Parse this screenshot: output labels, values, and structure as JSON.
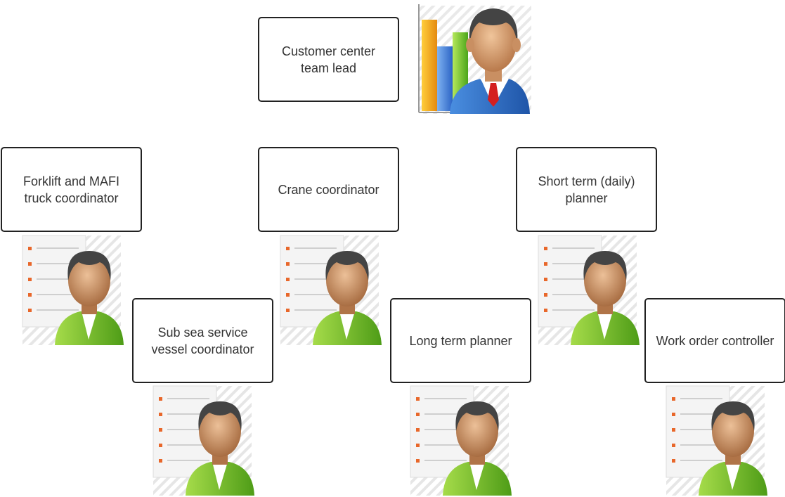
{
  "roles": {
    "team_lead": "Customer center team lead",
    "forklift": "Forklift and MAFI truck coordinator",
    "crane": "Crane coordinator",
    "short_term": "Short term (daily) planner",
    "subsea": "Sub sea service vessel coordinator",
    "long_term": "Long term planner",
    "work_order": "Work order controller"
  },
  "icons": {
    "manager": "manager-with-chart-icon",
    "worker": "worker-with-checklist-icon"
  },
  "colors": {
    "box_border": "#222222",
    "text": "#333333",
    "manager_suit": "#2f6fc4",
    "manager_tie": "#d41f1f",
    "worker_shirt": "#7cc22e",
    "skin": "#c98f62",
    "hair": "#444444",
    "list_bullet": "#e8672a"
  }
}
